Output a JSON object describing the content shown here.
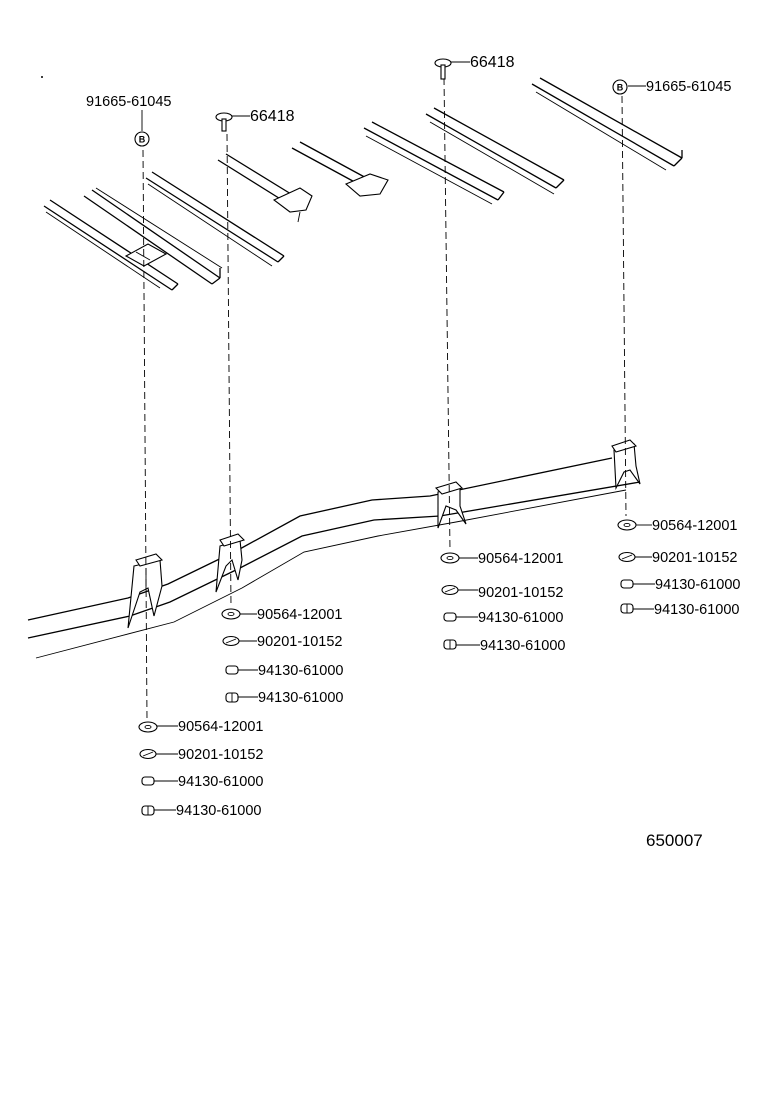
{
  "labels": {
    "bolt_left": "91665-61045",
    "bolt_right": "91665-61045",
    "clip_left": "66418",
    "clip_right": "66418",
    "b_marker_left": "B",
    "b_marker_right": "B",
    "g1": {
      "p1": "90564-12001",
      "p2": "90201-10152",
      "p3": "94130-61000",
      "p4": "94130-61000"
    },
    "g2": {
      "p1": "90564-12001",
      "p2": "90201-10152",
      "p3": "94130-61000",
      "p4": "94130-61000"
    },
    "g3": {
      "p1": "90564-12001",
      "p2": "90201-10152",
      "p3": "94130-61000",
      "p4": "94130-61000"
    },
    "g4": {
      "p1": "90564-12001",
      "p2": "90201-10152",
      "p3": "94130-61000",
      "p4": "94130-61000"
    },
    "diagram_ref": "650007"
  }
}
